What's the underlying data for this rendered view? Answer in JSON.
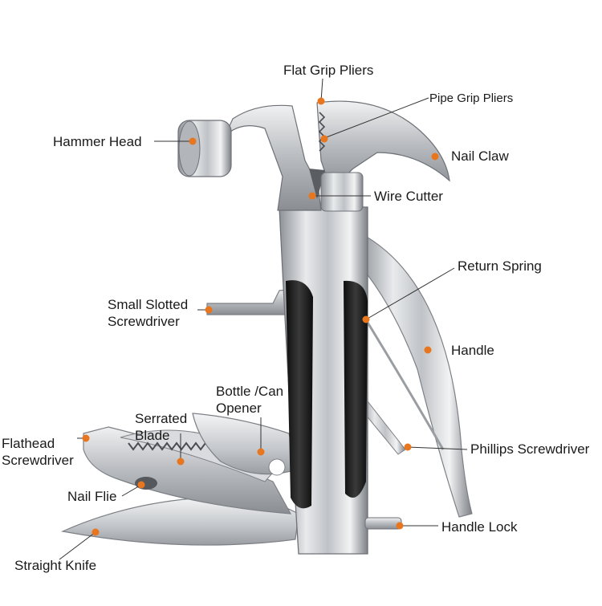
{
  "colors": {
    "accent": "#E8761E",
    "leader": "#333333",
    "steel": "#c9ccd0",
    "grip": "#1c1c1c"
  },
  "labels": {
    "flat_grip_pliers": "Flat Grip Pliers",
    "pipe_grip_pliers": "Pipe Grip Pliers",
    "hammer_head": "Hammer Head",
    "nail_claw": "Nail Claw",
    "wire_cutter": "Wire Cutter",
    "return_spring": "Return Spring",
    "small_slotted_screwdriver": "Small Slotted\nScrewdriver",
    "handle": "Handle",
    "bottle_can_opener": "Bottle /Can\nOpener",
    "serrated_blade": "Serrated\nBlade",
    "flathead_screwdriver": "Flathead\nScrewdriver",
    "phillips_screwdriver": "Phillips Screwdriver",
    "nail_file": "Nail Flie",
    "handle_lock": "Handle Lock",
    "straight_knife": "Straight Knife"
  }
}
